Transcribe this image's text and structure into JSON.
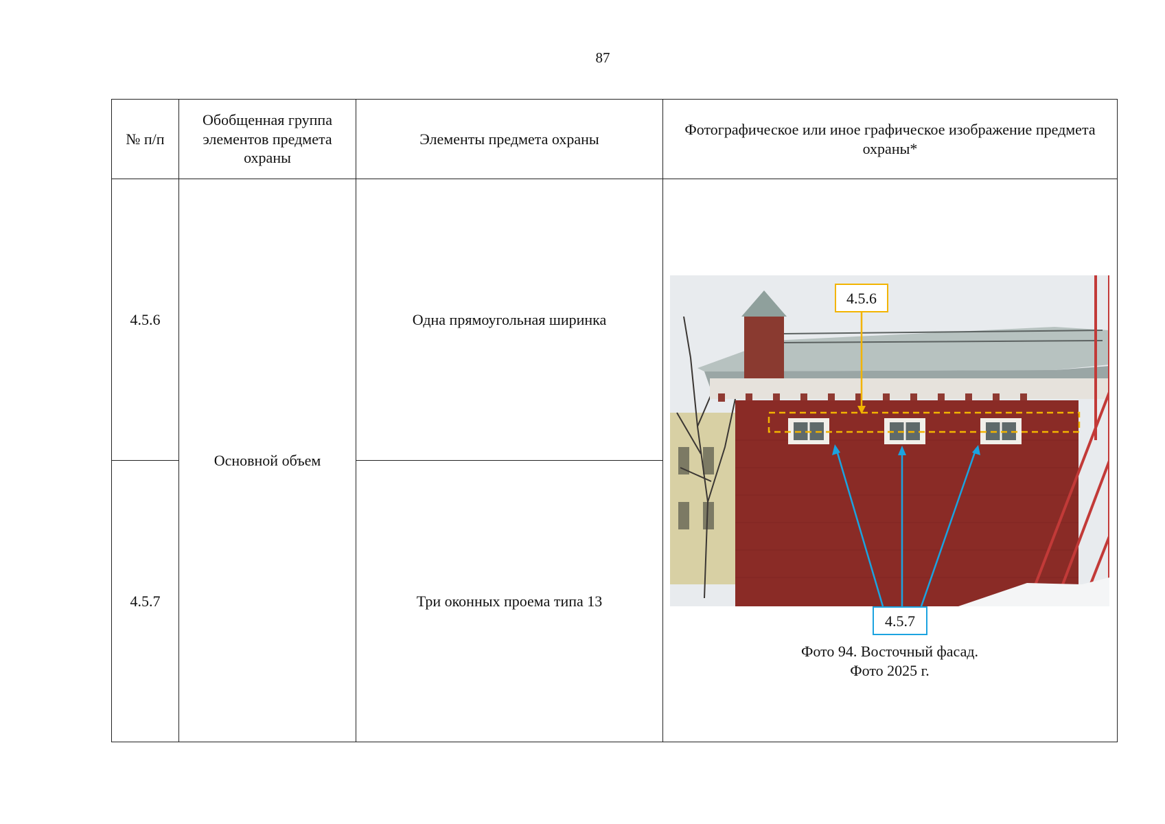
{
  "page_number": "87",
  "table": {
    "headers": {
      "col1": "№ п/п",
      "col2": "Обобщенная группа элементов предмета охраны",
      "col3": "Элементы предмета охраны",
      "col4": "Фотографическое или иное графическое изображение предмета охраны*"
    },
    "group": "Основной объем",
    "rows": [
      {
        "num": "4.5.6",
        "element": "Одна прямоугольная ширинка"
      },
      {
        "num": "4.5.7",
        "element": "Три оконных проема типа 13"
      }
    ]
  },
  "photo": {
    "callout_top": "4.5.6",
    "callout_bottom": "4.5.7",
    "caption_line1": "Фото 94. Восточный фасад.",
    "caption_line2": "Фото 2025 г.",
    "colors": {
      "callout_top": "#f2b400",
      "callout_bottom": "#1ba3e0",
      "brick": "#8a2b26",
      "roof": "#b9c4c2",
      "sky": "#e9ecef"
    }
  }
}
